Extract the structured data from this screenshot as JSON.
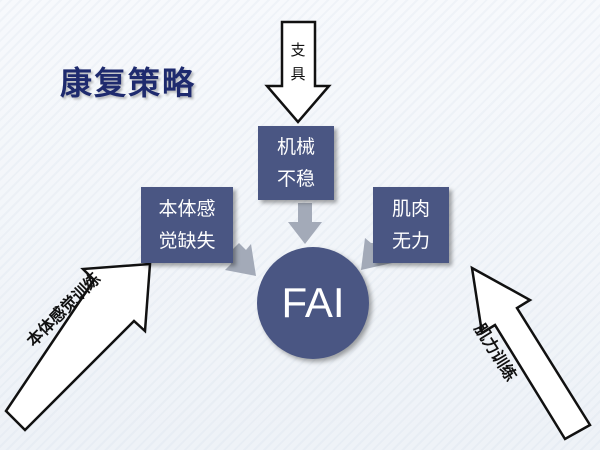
{
  "title": "康复策略",
  "center": {
    "label": "FAI"
  },
  "causes": {
    "mechanical": {
      "line1": "机械",
      "line2": "不稳"
    },
    "proprioception": {
      "line1": "本体感",
      "line2": "觉缺失"
    },
    "muscle": {
      "line1": "肌肉",
      "line2": "无力"
    }
  },
  "interventions": {
    "brace": "支具",
    "proprioceptive_training": "本体感觉训练",
    "strength_training": "肌力训练"
  },
  "colors": {
    "box_fill": "#4a5683",
    "box_text": "#ffffff",
    "title_text": "#1e2a6e",
    "gray_arrow": "#a3aab8",
    "outline_arrow_stroke": "#111111",
    "outline_arrow_fill": "#ffffff"
  }
}
